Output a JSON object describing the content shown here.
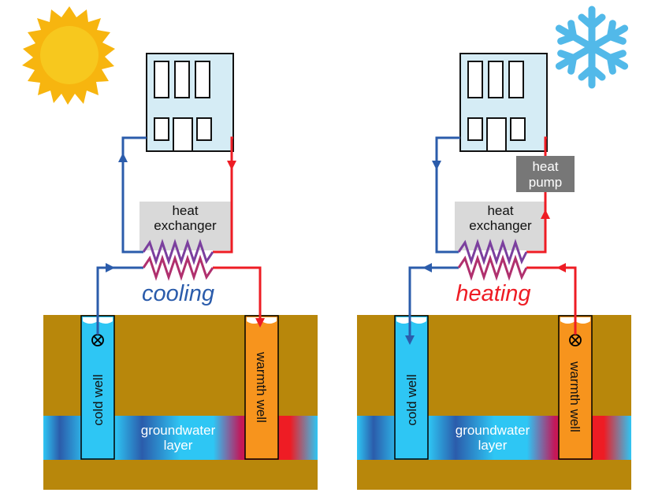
{
  "colors": {
    "ground": "#b8870b",
    "cold": "#2b5cab",
    "warm": "#ee1c24",
    "cold_well_fill": "#2ec6f4",
    "warm_well_fill": "#f7941d",
    "building_fill": "#d5ecf5",
    "exchanger_box": "#d9d9d9",
    "heat_pump_box": "#777777",
    "sun": "#f7b50f",
    "snowflake": "#52b9e9"
  },
  "icons": {
    "summer": "sun-icon",
    "winter": "snowflake-icon"
  },
  "panels": {
    "summer": {
      "mode_label": "cooling",
      "mode_color": "#2b5cab",
      "exchanger_line1": "heat",
      "exchanger_line2": "exchanger",
      "cold_well_label": "cold well",
      "warm_well_label": "warmth well",
      "groundwater_line1": "groundwater",
      "groundwater_line2": "layer"
    },
    "winter": {
      "mode_label": "heating",
      "mode_color": "#ee1c24",
      "exchanger_line1": "heat",
      "exchanger_line2": "exchanger",
      "heat_pump_line1": "heat",
      "heat_pump_line2": "pump",
      "cold_well_label": "cold well",
      "warm_well_label": "warmth well",
      "groundwater_line1": "groundwater",
      "groundwater_line2": "layer"
    }
  }
}
